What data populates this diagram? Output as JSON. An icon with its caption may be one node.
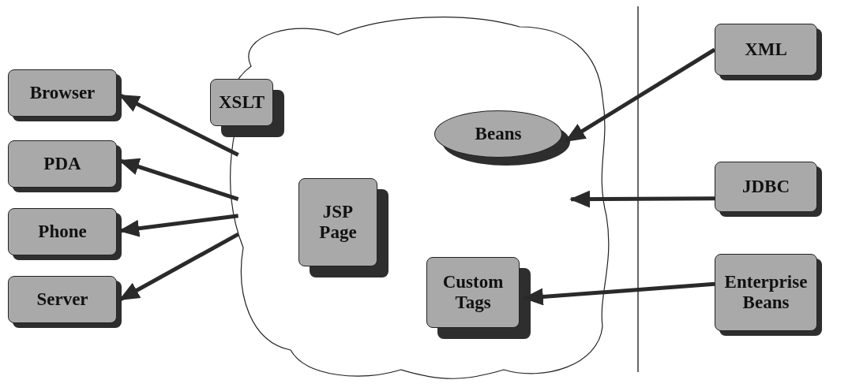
{
  "diagram": {
    "nodes": [
      {
        "text": [],
        "shape": "cloud"
      },
      {
        "text": [
          "Browser"
        ]
      },
      {
        "text": [
          "PDA"
        ]
      },
      {
        "text": [
          "Phone"
        ]
      },
      {
        "text": [
          "Server"
        ]
      },
      {
        "text": [
          "XSLT"
        ],
        "in": 0
      },
      {
        "text": [
          "Beans"
        ],
        "in": 0
      },
      {
        "text": [
          "JSP Page"
        ],
        "in": 0
      },
      {
        "text": [
          "Custom Tags"
        ],
        "in": 0
      },
      {
        "text": [
          "XML"
        ]
      },
      {
        "text": [
          "JDBC"
        ]
      },
      {
        "text": [
          "Enterprise Beans"
        ]
      }
    ],
    "edges": [
      {
        "from": 0,
        "to": 1,
        "arrow": "to"
      },
      {
        "from": 0,
        "to": 2,
        "arrow": "to"
      },
      {
        "from": 0,
        "to": 3,
        "arrow": "to"
      },
      {
        "from": 0,
        "to": 4,
        "arrow": "to"
      },
      {
        "from": 9,
        "to": 6,
        "arrow": "to"
      },
      {
        "from": 10,
        "to": 0,
        "arrow": "to"
      },
      {
        "from": 11,
        "to": 8,
        "arrow": "to"
      }
    ]
  }
}
